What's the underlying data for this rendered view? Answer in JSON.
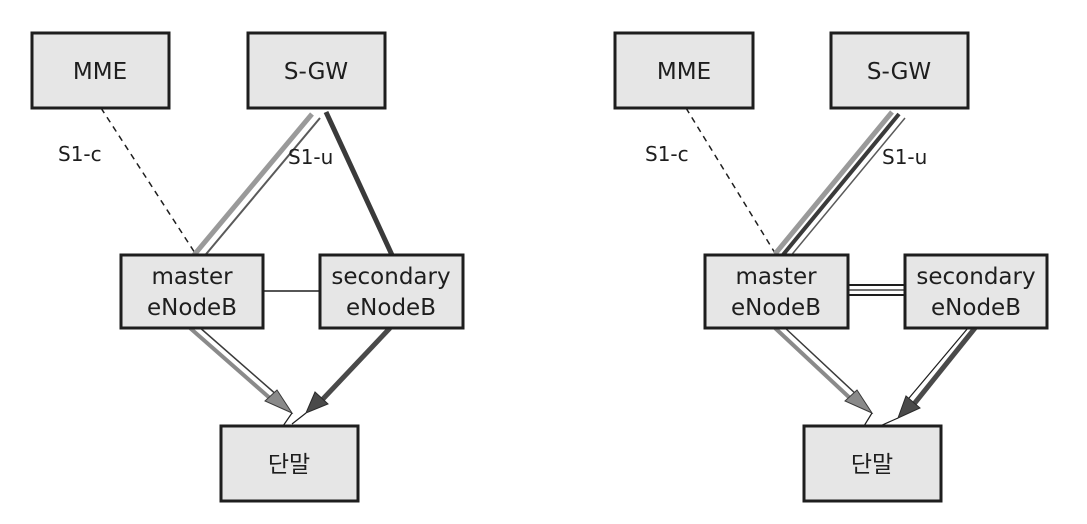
{
  "diagrams": [
    {
      "nodes": {
        "mme": "MME",
        "sgw": "S-GW",
        "master": [
          "master",
          "eNodeB"
        ],
        "secondary": [
          "secondary",
          "eNodeB"
        ],
        "ue": "단말"
      },
      "labels": {
        "s1c": "S1-c",
        "s1u": "S1-u"
      }
    },
    {
      "nodes": {
        "mme": "MME",
        "sgw": "S-GW",
        "master": [
          "master",
          "eNodeB"
        ],
        "secondary": [
          "secondary",
          "eNodeB"
        ],
        "ue": "단말"
      },
      "labels": {
        "s1c": "S1-c",
        "s1u": "S1-u"
      }
    }
  ],
  "colors": {
    "box_fill": "#e6e6e6",
    "line": "#1e1e1e",
    "path_light": "#9a9a9a",
    "path_dark": "#4a4a4a"
  }
}
